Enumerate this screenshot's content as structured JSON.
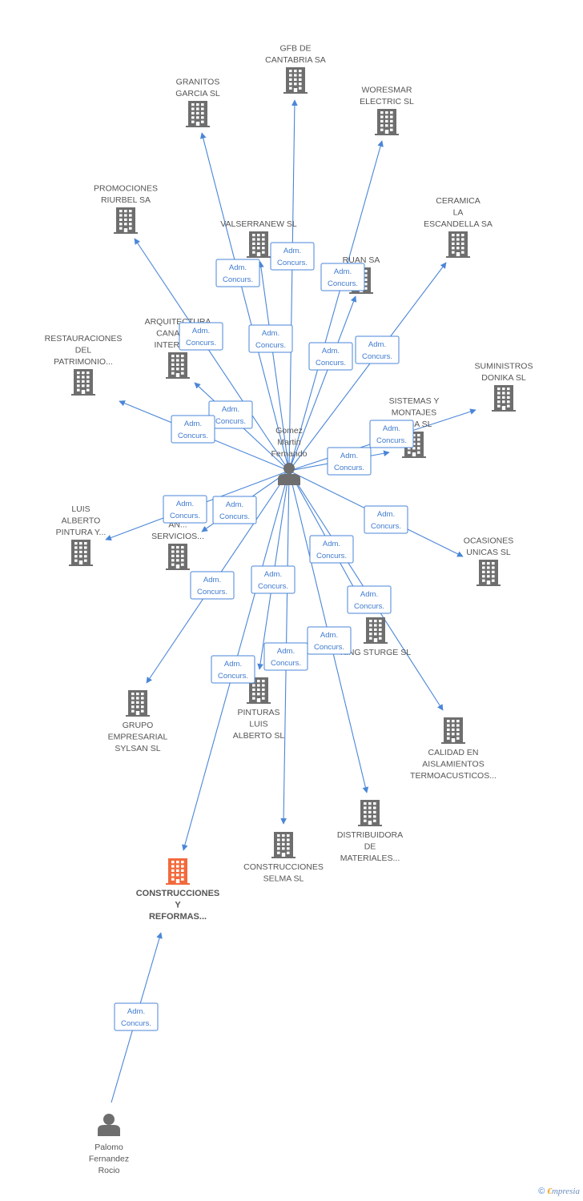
{
  "colors": {
    "edge": "#4a86d8",
    "company_icon": "#6e6e6e",
    "highlight_icon": "#f26a3c",
    "person_icon": "#6e6e6e"
  },
  "role_label": [
    "Adm.",
    "Concurs."
  ],
  "nodes": [
    {
      "id": "gomez",
      "type": "person",
      "label": [
        "Gomez",
        "Martin",
        "Fernando"
      ]
    },
    {
      "id": "palomo",
      "type": "person",
      "label": [
        "Palomo",
        "Fernandez",
        "Rocio"
      ]
    },
    {
      "id": "gfb",
      "type": "company",
      "label": [
        "GFB DE",
        "CANTABRIA SA"
      ]
    },
    {
      "id": "granitos",
      "type": "company",
      "label": [
        "GRANITOS",
        "GARCIA SL"
      ]
    },
    {
      "id": "woresmar",
      "type": "company",
      "label": [
        "WORESMAR",
        "ELECTRIC SL"
      ]
    },
    {
      "id": "promociones",
      "type": "company",
      "label": [
        "PROMOCIONES",
        "RIURBEL SA"
      ]
    },
    {
      "id": "valserranew",
      "type": "company",
      "label": [
        "VALSERRANEW SL"
      ]
    },
    {
      "id": "ceramica",
      "type": "company",
      "label": [
        "CERAMICA",
        "LA",
        "ESCANDELLA SA"
      ]
    },
    {
      "id": "ruan",
      "type": "company",
      "label": [
        "RUAN SA"
      ]
    },
    {
      "id": "arquitectura",
      "type": "company",
      "label": [
        "ARQUITECTURA",
        "CANARIAS",
        "INTERIOR..."
      ]
    },
    {
      "id": "restauraciones",
      "type": "company",
      "label": [
        "RESTAURACIONES",
        "DEL",
        "PATRIMONIO..."
      ]
    },
    {
      "id": "suministros",
      "type": "company",
      "label": [
        "SUMINISTROS",
        "DONIKA SL"
      ]
    },
    {
      "id": "sistemas",
      "type": "company",
      "label": [
        "SISTEMAS Y",
        "MONTAJES",
        "AMSA SL"
      ]
    },
    {
      "id": "luis_alberto",
      "type": "company",
      "label": [
        "LUIS",
        "ALBERTO",
        "PINTURA Y..."
      ]
    },
    {
      "id": "an_servicios",
      "type": "company",
      "label": [
        "AN...",
        "SERVICIOS..."
      ]
    },
    {
      "id": "ocasiones",
      "type": "company",
      "label": [
        "OCASIONES",
        "UNICAS SL"
      ]
    },
    {
      "id": "king_sturge",
      "type": "company",
      "label": [
        "KING STURGE SL"
      ]
    },
    {
      "id": "grupo",
      "type": "company",
      "label": [
        "GRUPO",
        "EMPRESARIAL",
        "SYLSAN SL"
      ]
    },
    {
      "id": "pinturas",
      "type": "company",
      "label": [
        "PINTURAS",
        "LUIS",
        "ALBERTO SL"
      ]
    },
    {
      "id": "calidad",
      "type": "company",
      "label": [
        "CALIDAD EN",
        "AISLAMIENTOS",
        "TERMOACUSTICOS..."
      ]
    },
    {
      "id": "distribuidora",
      "type": "company",
      "label": [
        "DISTRIBUIDORA",
        "DE",
        "MATERIALES..."
      ]
    },
    {
      "id": "construcciones_selma",
      "type": "company",
      "label": [
        "CONSTRUCCIONES",
        "SELMA SL"
      ]
    },
    {
      "id": "construcciones_reformas",
      "type": "company",
      "highlight": true,
      "label": [
        "CONSTRUCCIONES",
        "Y",
        "REFORMAS..."
      ]
    }
  ],
  "edges": [
    {
      "from": "gomez",
      "to": "gfb"
    },
    {
      "from": "gomez",
      "to": "granitos"
    },
    {
      "from": "gomez",
      "to": "woresmar"
    },
    {
      "from": "gomez",
      "to": "promociones"
    },
    {
      "from": "gomez",
      "to": "valserranew"
    },
    {
      "from": "gomez",
      "to": "ceramica"
    },
    {
      "from": "gomez",
      "to": "ruan"
    },
    {
      "from": "gomez",
      "to": "arquitectura"
    },
    {
      "from": "gomez",
      "to": "restauraciones"
    },
    {
      "from": "gomez",
      "to": "suministros"
    },
    {
      "from": "gomez",
      "to": "sistemas"
    },
    {
      "from": "gomez",
      "to": "luis_alberto"
    },
    {
      "from": "gomez",
      "to": "an_servicios"
    },
    {
      "from": "gomez",
      "to": "ocasiones"
    },
    {
      "from": "gomez",
      "to": "king_sturge"
    },
    {
      "from": "gomez",
      "to": "grupo"
    },
    {
      "from": "gomez",
      "to": "pinturas"
    },
    {
      "from": "gomez",
      "to": "calidad"
    },
    {
      "from": "gomez",
      "to": "distribuidora"
    },
    {
      "from": "gomez",
      "to": "construcciones_selma"
    },
    {
      "from": "gomez",
      "to": "construcciones_reformas"
    },
    {
      "from": "palomo",
      "to": "construcciones_reformas"
    }
  ],
  "footer": {
    "copyright": "©",
    "brand_initial": "€",
    "brand_rest": "mpresia"
  }
}
